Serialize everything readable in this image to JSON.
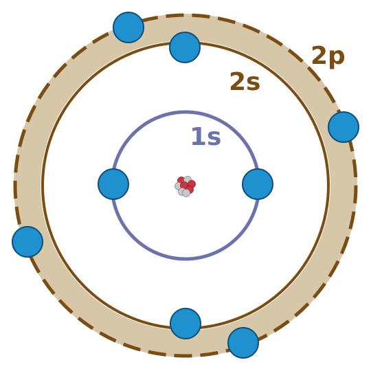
{
  "diagram": {
    "labels": {
      "shell_1s": "1s",
      "shell_2s": "2s",
      "shell_2p": "2p"
    },
    "electron_count": 8,
    "colors": {
      "shell_1s": "#6b73ad",
      "shell_2s": "#7a4d12",
      "shell_2p": "#7a4d12",
      "shell_2p_fill": "#d6c7a8",
      "electron_fill": "#1f91cf",
      "electron_stroke": "#0f4f7a",
      "label_1s": "#6b73ad",
      "label_2s": "#7a4d12",
      "label_2p": "#7a4d12",
      "proton": "#cc3344",
      "neutron": "#c8c8cc"
    }
  }
}
